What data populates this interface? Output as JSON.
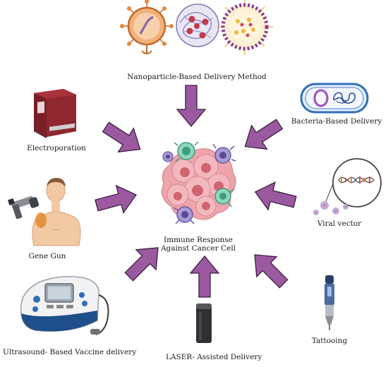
{
  "labels": {
    "nanoparticle": "Nanoparticle-Based Delivery Method",
    "electroporation": "Electroporation",
    "bacteria": "Bacteria-Based Delivery",
    "gene_gun": "Gene Gun",
    "viral_vector": "Viral vector",
    "ultrasound": "Ultrasound- Based Vaccine delivery",
    "laser": "LASER- Assisted Delivery",
    "tattooing": "Tattooing"
  },
  "center": {
    "line1": "Immune Response",
    "line2": "Against Cancer Cell"
  },
  "colors": {
    "arrow_fill": "#9b59a0",
    "arrow_stroke": "#3d1f44",
    "tumor_cell": "#e9929a",
    "tumor_nucleus": "#cf5f6c",
    "immune_cell_purple": "#8e7cc3",
    "immune_cell_teal": "#6fc3a6"
  },
  "icons": {
    "nanoparticle": "nanoparticle-icon",
    "electroporation": "electroporator-icon",
    "bacteria": "bacterium-icon",
    "gene_gun": "gene-gun-icon",
    "viral_vector": "virus-dna-icon",
    "ultrasound": "ultrasound-device-icon",
    "laser": "laser-device-icon",
    "tattooing": "tattoo-pen-icon"
  }
}
